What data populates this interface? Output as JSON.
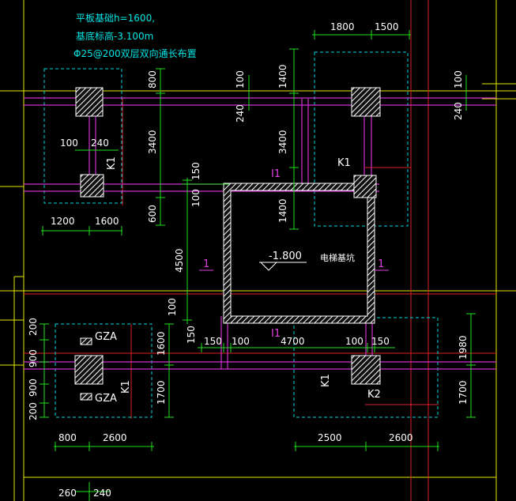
{
  "notes": {
    "line1": "平板基础h=1600,",
    "line2": "基底标高-3.100m",
    "line3": "Φ25@200双层双向通长布置"
  },
  "labels": {
    "k1_top": "K1",
    "k1_right": "K1",
    "k1_left_bottom": "K1",
    "k1_right_bottom": "K1",
    "k2": "K2",
    "gza_top": "GZA",
    "gza_bottom": "GZA",
    "pit": "电梯基坑",
    "elev": "-1.800",
    "sec_top": "I1",
    "sec_bottom": "I1",
    "sec_left": "1",
    "sec_right": "1"
  },
  "dims": {
    "d1800": "1800",
    "d1500": "1500",
    "d800": "800",
    "d3400a": "3400",
    "d600": "600",
    "d100a": "100",
    "d240a": "240",
    "d150a": "150",
    "d100b": "100",
    "d1400a": "1400",
    "d3400b": "3400",
    "d1400b": "1400",
    "d100r": "100",
    "d240r": "240",
    "d100l": "100",
    "d240l": "240",
    "d1200": "1200",
    "d1600a": "1600",
    "d4500": "4500",
    "d100c": "100",
    "d150b": "150",
    "d200a": "200",
    "d900a": "900",
    "d900b": "900",
    "d200b": "200",
    "d1600b": "1600",
    "d1700a": "1700",
    "d150c": "150",
    "d100d": "100",
    "d4700": "4700",
    "d100e": "100",
    "d150d": "150",
    "d1980": "1980",
    "d1700b": "1700",
    "d800b": "800",
    "d2600a": "2600",
    "d2500": "2500",
    "d2600b": "2600",
    "d260": "260",
    "d240b": "240"
  }
}
